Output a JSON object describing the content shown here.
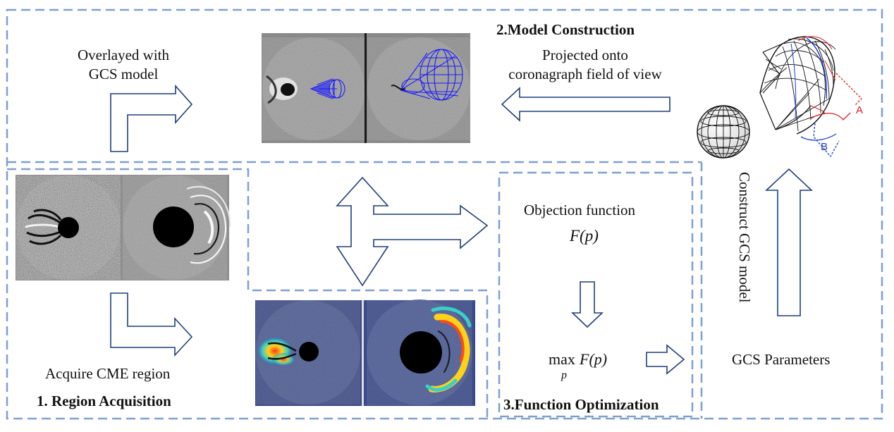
{
  "sections": {
    "region_acquisition": {
      "title": "1. Region Acquisition",
      "step_label": "Acquire CME region"
    },
    "model_construction": {
      "title": "2.Model Construction",
      "overlay_label": [
        "Overlayed with",
        "GCS model"
      ],
      "projection_label": [
        "Projected onto",
        "coronagraph field of view"
      ]
    },
    "function_optimization": {
      "title": "3.Function Optimization",
      "objective_label": "Objection function",
      "objective_expr": "F(p)",
      "max_op": "max",
      "max_sub": "p",
      "max_expr": "F(p)"
    },
    "gcs": {
      "parameters_label": "GCS Parameters",
      "construct_label": "Construct GCS model",
      "angle_a": "A",
      "angle_b": "B"
    }
  },
  "colors": {
    "dashed_border": "#7f9fd4",
    "arrow_outline": "#1f3f7a",
    "mesh_blue": "#1a1aff",
    "angle_a": "#e02020",
    "angle_b": "#1a3fd0"
  }
}
